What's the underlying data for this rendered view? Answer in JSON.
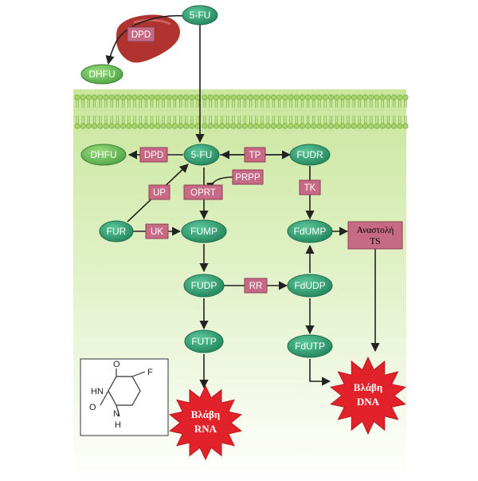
{
  "nodes": {
    "fu_top": "5-FU",
    "dhfu_top": "DHFU",
    "dhfu_inner": "DHFU",
    "fu_inner": "5-FU",
    "fudr": "FUDR",
    "fur": "FUR",
    "fump": "FUMP",
    "fdump": "FdUMP",
    "fudp": "FUDP",
    "fdudp": "FdUDP",
    "futp": "FUTP",
    "fdutp": "FdUTP"
  },
  "enzymes": {
    "dpd_liver": "DPD",
    "dpd": "DPD",
    "tp": "TP",
    "prpp": "PRPP",
    "up": "UP",
    "oprt": "OPRT",
    "tk": "TK",
    "uk": "UK",
    "rr": "RR"
  },
  "inhibition": {
    "line1": "Αναστολή",
    "line2": "TS"
  },
  "damage": {
    "rna_line1": "Βλάβη",
    "rna_line2": "RNA",
    "dna_line1": "Βλάβη",
    "dna_line2": "DNA"
  },
  "structure": {
    "o_top": "O",
    "o_left": "O",
    "f": "F",
    "hn": "HN",
    "nh": "N",
    "h": "H"
  },
  "colors": {
    "node_green": "#2f9e73",
    "enzyme_pink": "#c76a86",
    "burst_red": "#e2222b",
    "cell_green": "#d6ecb1",
    "membrane_green": "#9ccf5d",
    "liver_red": "#b0332f"
  }
}
